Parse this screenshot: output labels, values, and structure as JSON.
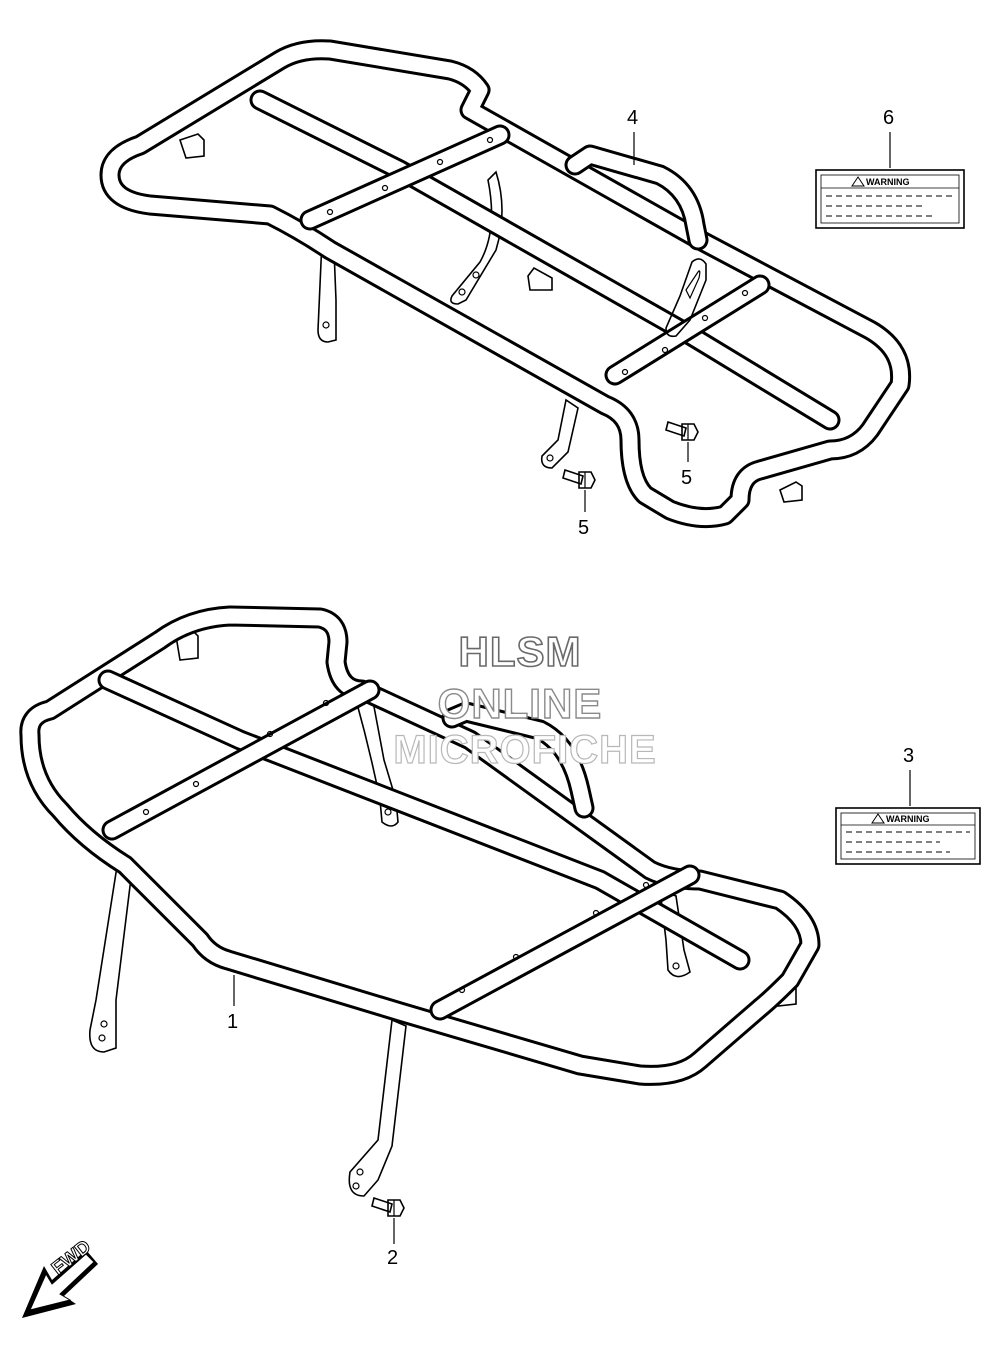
{
  "watermark": {
    "line1": "HLSM",
    "line2": "ONLINE",
    "line3": "MICROFICHE"
  },
  "callouts": {
    "c1": "1",
    "c2": "2",
    "c3": "3",
    "c4": "4",
    "c5a": "5",
    "c5b": "5",
    "c6": "6"
  },
  "labels": {
    "warning_upper": "WARNING",
    "warning_lower": "WARNING"
  },
  "fwd_arrow": {
    "text": "FWD"
  }
}
